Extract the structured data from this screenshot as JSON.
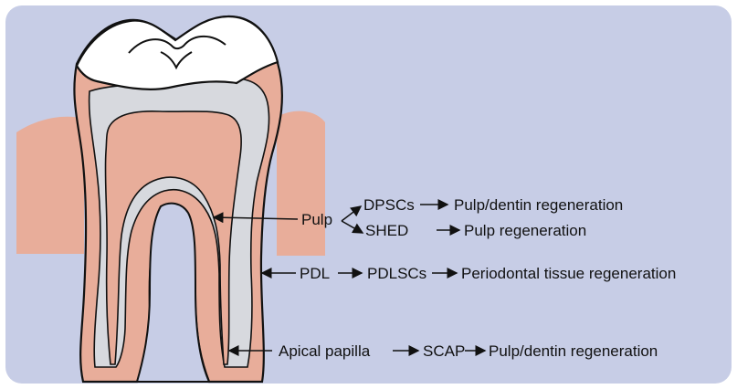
{
  "colors": {
    "background": "#c7cde6",
    "gum": "#e8ad9a",
    "tooth_pink": "#e8ad9a",
    "dentin_gray": "#d7d9de",
    "enamel": "#ffffff",
    "outline": "#111111"
  },
  "labels": {
    "pulp": "Pulp",
    "dpscs": "DPSCs",
    "pulp_dentin_regeneration_1": "Pulp/dentin regeneration",
    "shed": "SHED",
    "pulp_regeneration": "Pulp regeneration",
    "pdl": "PDL",
    "pdlscs": "PDLSCs",
    "periodontal_tissue_regeneration": "Periodontal tissue regeneration",
    "apical_papilla": "Apical papilla",
    "scap": "SCAP",
    "pulp_dentin_regeneration_2": "Pulp/dentin regeneration"
  }
}
